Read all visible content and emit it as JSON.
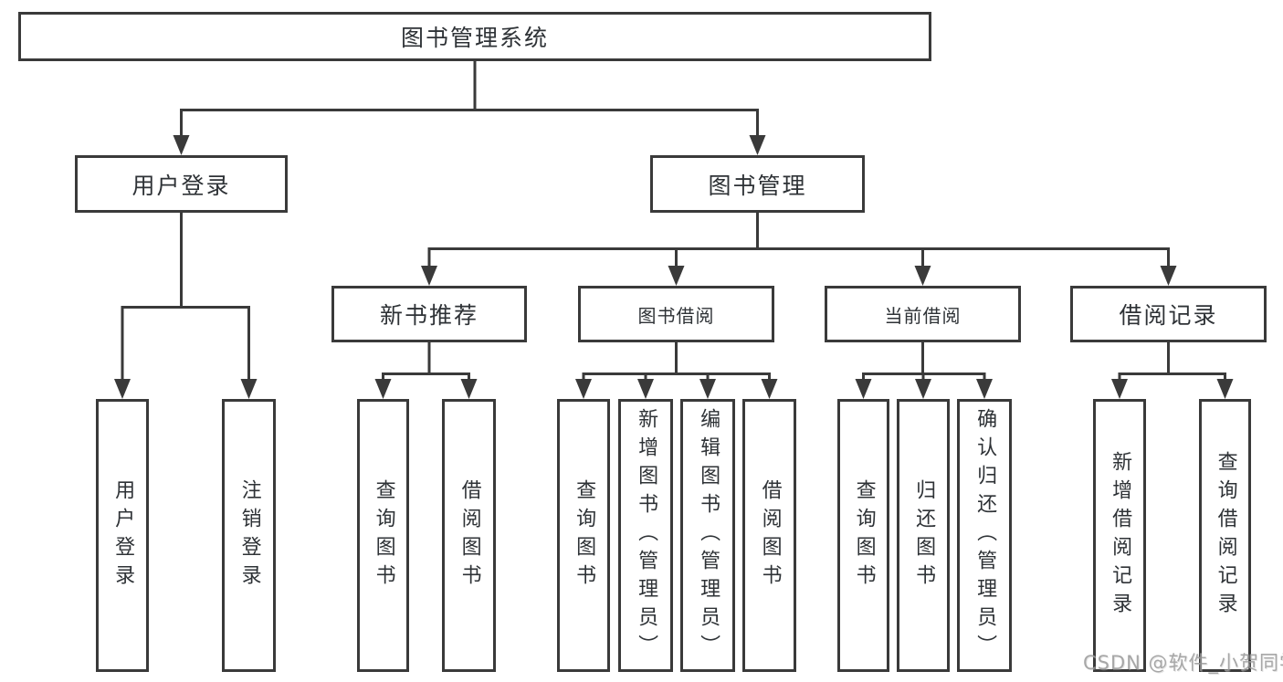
{
  "diagram": {
    "colors": {
      "line": "#3a3a3a",
      "border": "#3a3a3a",
      "text": "#2e3236",
      "background": "#ffffff",
      "watermark": "#9c9c9c"
    },
    "root": {
      "label": "图书管理系统"
    },
    "level2": [
      {
        "label": "用户登录"
      },
      {
        "label": "图书管理"
      }
    ],
    "level3": [
      {
        "label": "新书推荐"
      },
      {
        "label": "图书借阅"
      },
      {
        "label": "当前借阅"
      },
      {
        "label": "借阅记录"
      }
    ],
    "leaves": [
      {
        "parent": "用户登录",
        "label": "用户登录"
      },
      {
        "parent": "用户登录",
        "label": "注销登录"
      },
      {
        "parent": "新书推荐",
        "label": "查询图书"
      },
      {
        "parent": "新书推荐",
        "label": "借阅图书"
      },
      {
        "parent": "图书借阅",
        "label": "查询图书"
      },
      {
        "parent": "图书借阅",
        "label": "新增图书（管理员）"
      },
      {
        "parent": "图书借阅",
        "label": "编辑图书（管理员）"
      },
      {
        "parent": "图书借阅",
        "label": "借阅图书"
      },
      {
        "parent": "当前借阅",
        "label": "查询图书"
      },
      {
        "parent": "当前借阅",
        "label": "归还图书"
      },
      {
        "parent": "当前借阅",
        "label": "确认归还（管理员）"
      },
      {
        "parent": "借阅记录",
        "label": "新增借阅记录"
      },
      {
        "parent": "借阅记录",
        "label": "查询借阅记录"
      }
    ]
  },
  "watermark": {
    "text": "CSDN @软件_小贺同学"
  }
}
